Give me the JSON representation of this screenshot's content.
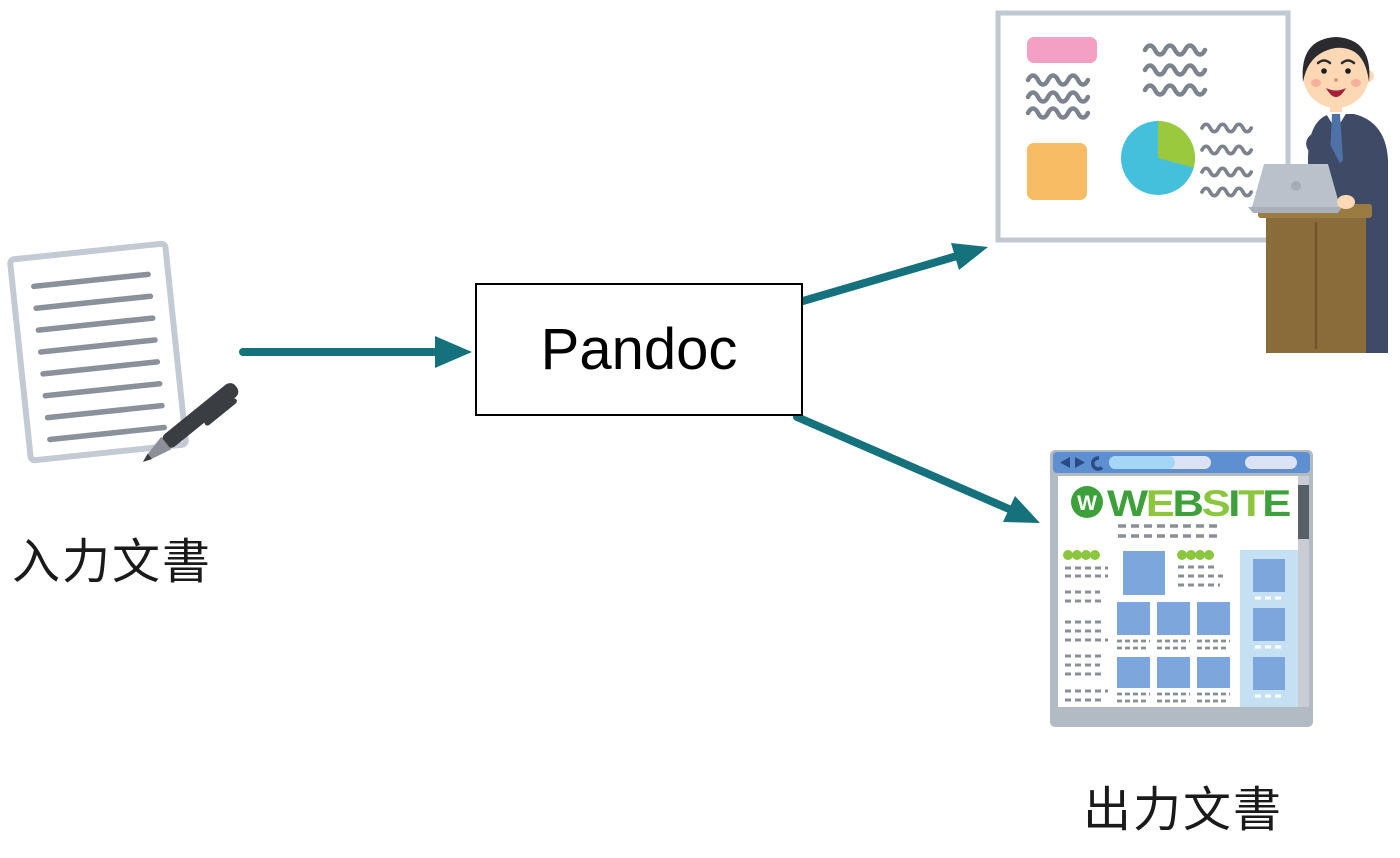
{
  "diagram": {
    "processor_label": "Pandoc",
    "input_label": "入力文書",
    "output_label": "出力文書",
    "arrows": [
      {
        "name": "input-to-pandoc"
      },
      {
        "name": "pandoc-to-presentation"
      },
      {
        "name": "pandoc-to-website"
      }
    ]
  },
  "graphics": {
    "input_illustration": "document-with-pen-illustration",
    "output_top_illustration": "presenter-with-slide-illustration",
    "output_bottom_illustration": "website-browser-illustration"
  },
  "website_graphic": {
    "logo_letter": "W",
    "logo_letters": [
      "W",
      "E",
      "B",
      "S",
      "I",
      "T",
      "E"
    ]
  },
  "colors": {
    "arrow_teal": "#15727c",
    "box_border": "#000000",
    "paper_outline": "#c3cad4",
    "paper_line": "#8b919b",
    "pen_body": "#3a3d42",
    "board_outline": "#c2c8d0",
    "pink_block": "#f49fc4",
    "orange_block": "#f7bc64",
    "pie_cyan": "#45c0dc",
    "pie_green": "#9bc93e",
    "wave_gray": "#7d838d",
    "suit_navy": "#3e4a66",
    "tie_blue": "#4e72a8",
    "skin": "#fcd8b5",
    "podium_brown": "#8a6c3b",
    "laptop_gray": "#bac1ca",
    "browser_frame": "#b2bac4",
    "browser_blue": "#5e8fd0",
    "browser_navy": "#2a4c86",
    "address_light": "#a5d6f6",
    "address_pale": "#dde3f7",
    "website_green_dark": "#3da03a",
    "website_green_light": "#8cc63f",
    "content_blue": "#7da7dc",
    "sidebar_blue": "#c5e0f2",
    "dash_gray": "#8a8f96"
  }
}
